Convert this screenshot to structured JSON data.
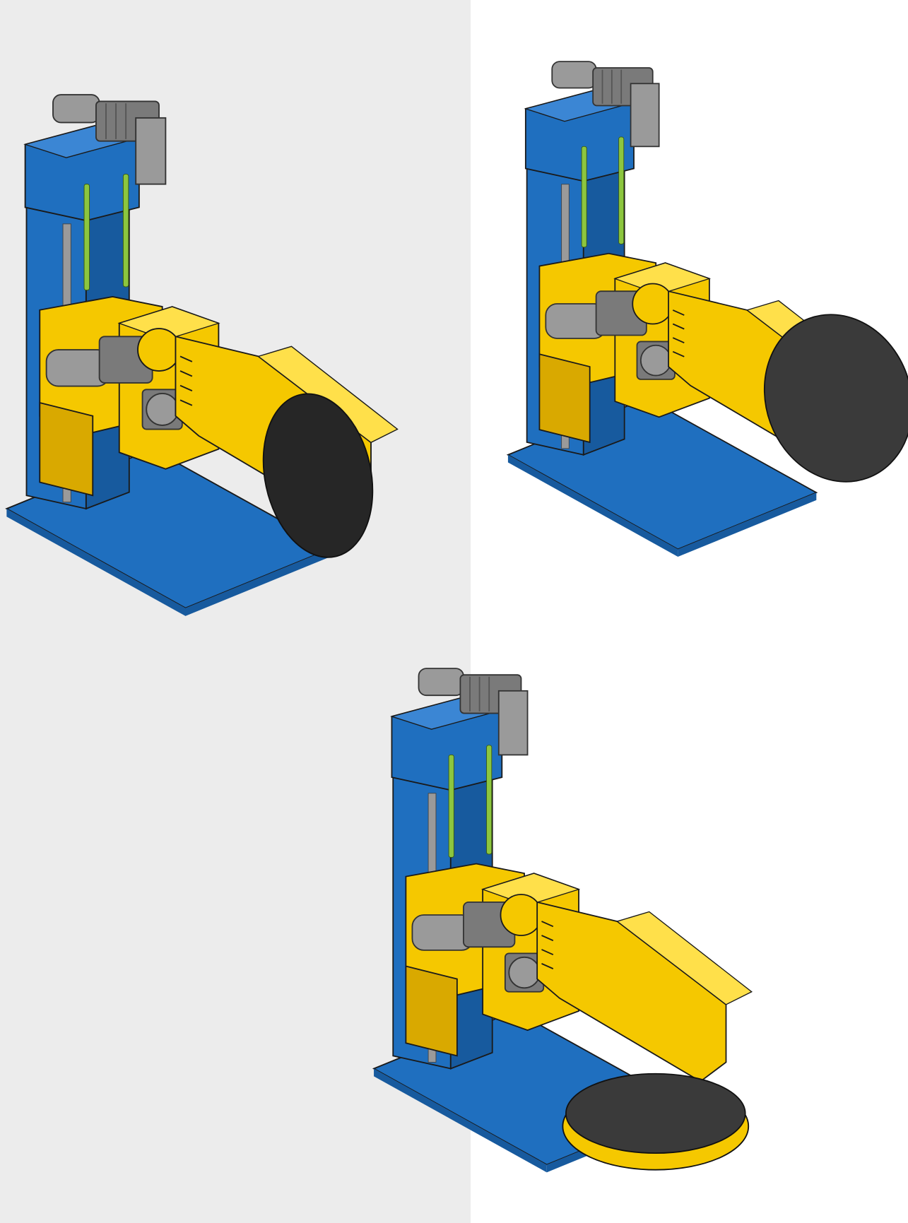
{
  "colors": {
    "left_background": "#ececec",
    "right_background": "#ffffff",
    "column_blue": "#1f6fbf",
    "blue_dark": "#175a9e",
    "blue_top": "#3b86d4",
    "housing_yellow": "#f5c800",
    "yellow_light": "#ffe04a",
    "yellow_dark": "#d9a900",
    "table_dark": "#3a3a3a",
    "table_darker": "#262626",
    "motor_gray": "#9a9a9a",
    "cable_green": "#8cc63f",
    "outline": "#222222"
  },
  "views": [
    {
      "id": "vertical-tilt",
      "table_orientation": "vertical"
    },
    {
      "id": "inclined-tilt",
      "table_orientation": "inclined"
    },
    {
      "id": "horizontal-tilt",
      "table_orientation": "horizontal"
    }
  ]
}
